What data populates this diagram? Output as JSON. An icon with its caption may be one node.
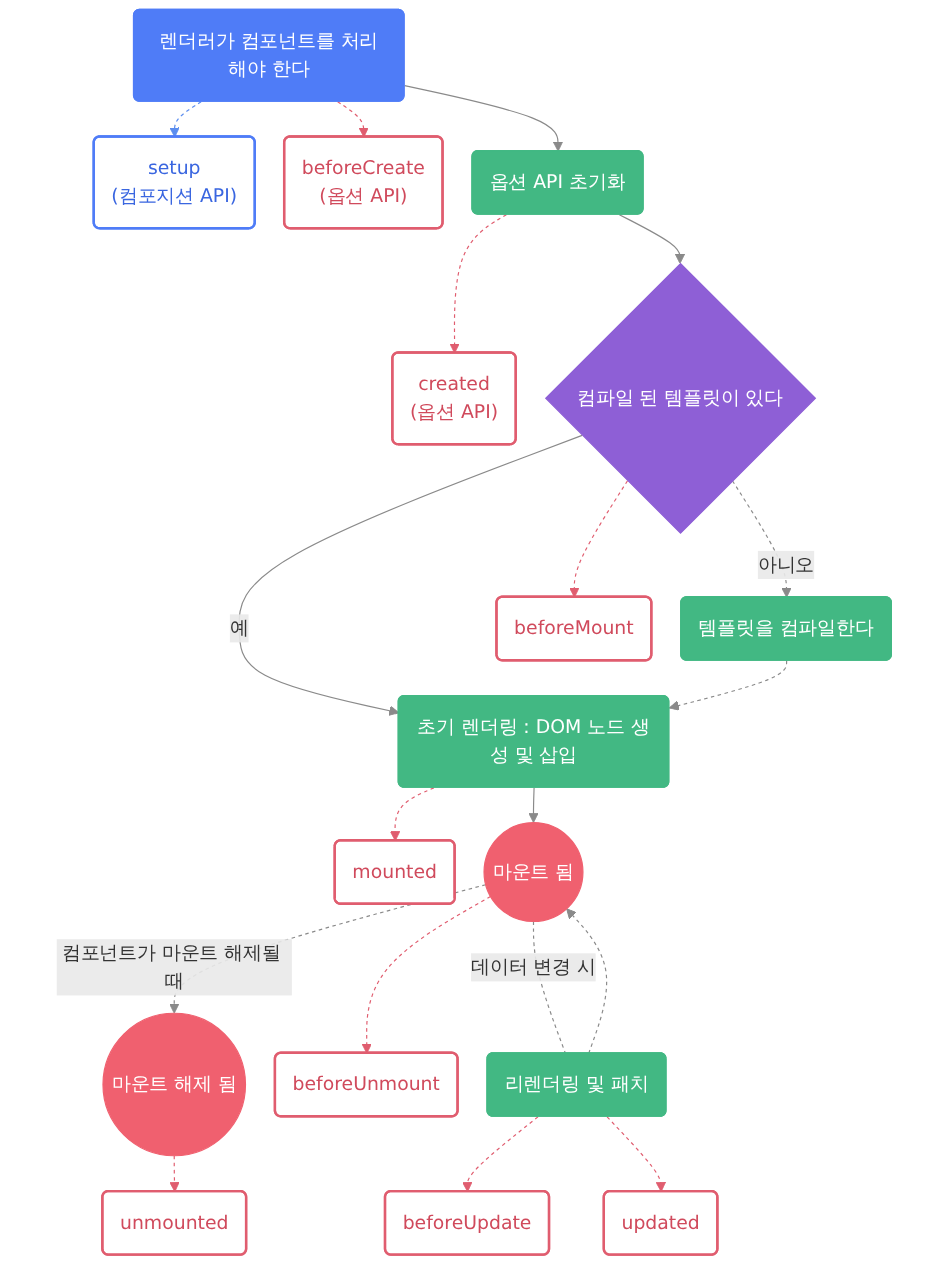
{
  "diagram": {
    "nodes": [
      {
        "text": [
          "렌더러가 컴포넌트를 처리해야 한다"
        ]
      },
      {
        "text": [
          "setup",
          "(컴포지션 API)"
        ]
      },
      {
        "text": [
          "beforeCreate",
          "(옵션 API)"
        ]
      },
      {
        "text": [
          "옵션 API 초기화"
        ]
      },
      {
        "text": [
          "created",
          "(옵션 API)"
        ]
      },
      {
        "text": [
          "컴파일 된 템플릿이 있다"
        ]
      },
      {
        "text": [
          "템플릿을 컴파일한다"
        ]
      },
      {
        "text": [
          "beforeMount"
        ]
      },
      {
        "text": [
          "초기 렌더링 : DOM 노드 생성 및 삽입"
        ]
      },
      {
        "text": [
          "mounted"
        ]
      },
      {
        "text": [
          "마운트 됨"
        ]
      },
      {
        "text": [
          "beforeUpdate"
        ]
      },
      {
        "text": [
          "리렌더링 및 패치"
        ]
      },
      {
        "text": [
          "updated"
        ]
      },
      {
        "text": [
          "beforeUnmount"
        ]
      },
      {
        "text": [
          "마운트 해제 됨"
        ]
      },
      {
        "text": [
          "unmounted"
        ]
      }
    ],
    "edges": [
      {
        "from": 0,
        "to": 3,
        "arrow": "to"
      },
      {
        "from": 3,
        "to": 5,
        "arrow": "to"
      },
      {
        "from": 5,
        "to": 8,
        "label": "예",
        "arrow": "to"
      },
      {
        "from": 5,
        "to": 6,
        "label": "아니오",
        "arrow": "to",
        "style": "dashed"
      },
      {
        "from": 6,
        "to": 8,
        "arrow": "to",
        "style": "dashed"
      },
      {
        "from": 8,
        "to": 10,
        "arrow": "to"
      },
      {
        "from": 10,
        "to": 15,
        "label": "컴포넌트가 마운트 해제될 때",
        "arrow": "to",
        "style": "dashed"
      },
      {
        "from": 10,
        "to": 12,
        "label": "데이터 변경 시",
        "arrow": "none",
        "style": "dashed"
      },
      {
        "from": 12,
        "to": 10,
        "arrow": "to",
        "style": "dashed"
      },
      {
        "from": 12,
        "to": 11,
        "arrow": "to",
        "style": "dashed",
        "color": "#e05d6f"
      },
      {
        "from": 12,
        "to": 13,
        "arrow": "to",
        "style": "dashed",
        "color": "#e05d6f"
      },
      {
        "from": 0,
        "to": 1,
        "arrow": "to",
        "style": "dashed",
        "color": "#5b8def"
      },
      {
        "from": 0,
        "to": 2,
        "arrow": "to",
        "style": "dashed",
        "color": "#e05d6f"
      },
      {
        "from": 3,
        "to": 4,
        "arrow": "to",
        "style": "dashed",
        "color": "#e05d6f"
      },
      {
        "from": 5,
        "to": 7,
        "arrow": "to",
        "style": "dashed",
        "color": "#e05d6f"
      },
      {
        "from": 8,
        "to": 9,
        "arrow": "to",
        "style": "dashed",
        "color": "#e05d6f"
      },
      {
        "from": 10,
        "to": 14,
        "arrow": "to",
        "style": "dashed",
        "color": "#e05d6f"
      },
      {
        "from": 15,
        "to": 16,
        "arrow": "to",
        "style": "dashed",
        "color": "#e05d6f"
      }
    ]
  }
}
